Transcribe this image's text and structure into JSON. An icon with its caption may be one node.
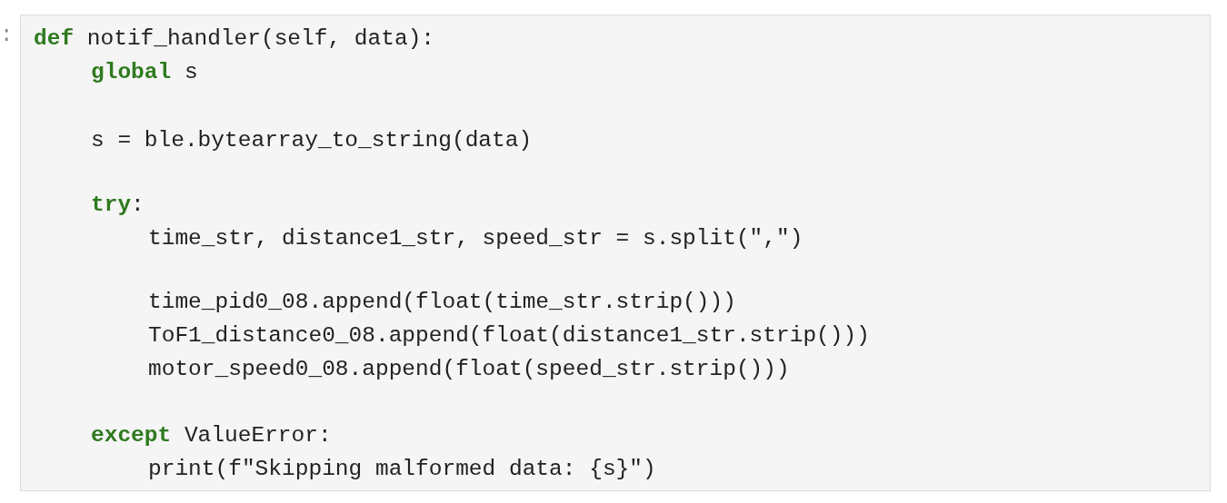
{
  "diagram": {
    "labels": [
      ":",
      "**def** notif_handler(self, data):",
      "**global** s",
      "s = ble.bytearray_to_string(data)",
      "**try**:",
      "time_str, distance1_str, speed_str = s.split(\",\")",
      "time_pid0_08.append(float(time_str.strip()))",
      "ToF1_distance0_08.append(float(distance1_str.strip()))",
      "motor_speed0_08.append(float(speed_str.strip()))",
      "**except** ValueError:",
      "print(f\"Skipping malformed data: {s}\")"
    ]
  }
}
